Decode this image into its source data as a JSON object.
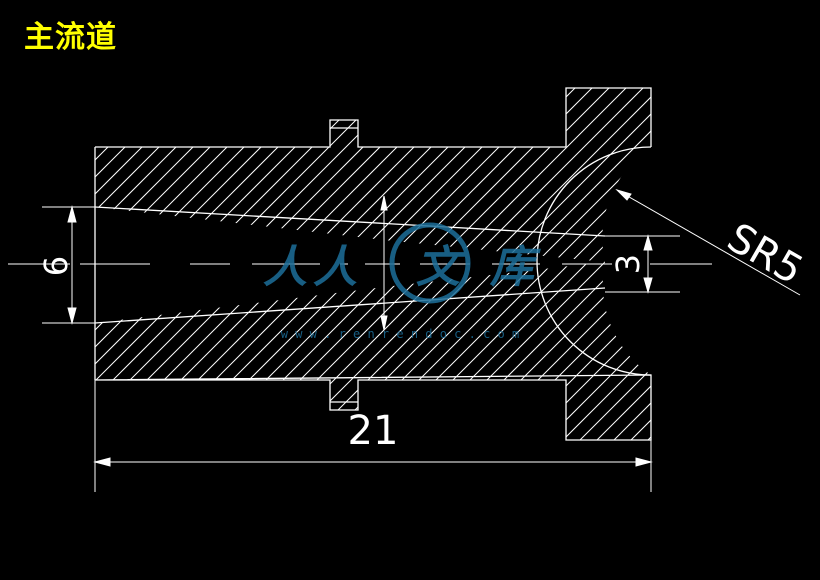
{
  "title": "主流道",
  "dimensions": {
    "left_diameter": "6",
    "right_diameter": "3",
    "overall_length": "21",
    "sphere_radius": "SR5"
  },
  "watermark": {
    "chars": [
      "人",
      "人",
      "文",
      "库"
    ],
    "url": "w w w . r e n r e n d o c . c o m"
  },
  "colors": {
    "background": "#000000",
    "lines": "#ffffff",
    "title": "#ffff00",
    "watermark": "#1d6f9a"
  }
}
